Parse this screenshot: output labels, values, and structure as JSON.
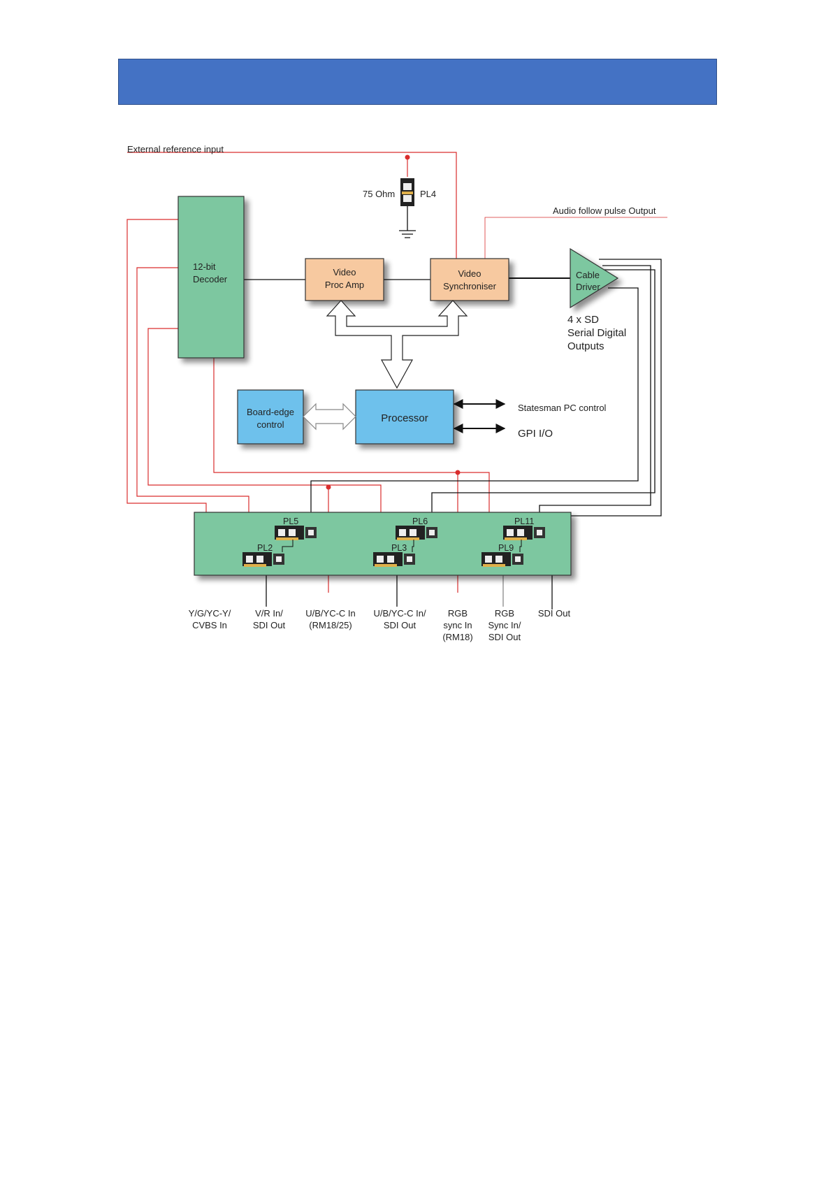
{
  "labels": {
    "external_reference_input": "External reference input",
    "audio_follow_pulse_output": "Audio follow pulse Output",
    "ohm_75": "75 Ohm",
    "pl4": "PL4",
    "decoder_line1": "12-bit",
    "decoder_line2": "Decoder",
    "proc_amp_line1": "Video",
    "proc_amp_line2": "Proc Amp",
    "sync_line1": "Video",
    "sync_line2": "Synchroniser",
    "cable_driver_line1": "Cable",
    "cable_driver_line2": "Driver",
    "outputs_line1": "4 x SD",
    "outputs_line2": "Serial Digital",
    "outputs_line3": "Outputs",
    "board_edge_line1": "Board-edge",
    "board_edge_line2": "control",
    "processor": "Processor",
    "statesman": "Statesman PC control",
    "gpi": "GPI I/O",
    "pl5": "PL5",
    "pl2": "PL2",
    "pl6": "PL6",
    "pl3": "PL3",
    "pl11": "PL11",
    "pl9": "PL9"
  },
  "bottom_labels": [
    [
      "Y/G/YC-Y/",
      "CVBS In"
    ],
    [
      "V/R In/",
      "SDI Out"
    ],
    [
      "U/B/YC-C In",
      "(RM18/25)"
    ],
    [
      "U/B/YC-C In/",
      "SDI Out"
    ],
    [
      "RGB",
      "sync In",
      "(RM18)"
    ],
    [
      "RGB",
      "Sync In/",
      "SDI Out"
    ],
    [
      "SDI Out"
    ]
  ],
  "colors": {
    "header": "#4472c4",
    "green_block": "#7dc7a0",
    "orange_block": "#f7c9a0",
    "blue_block": "#6ec1ec",
    "red_line": "#d92d2d",
    "black_line": "#111111"
  }
}
